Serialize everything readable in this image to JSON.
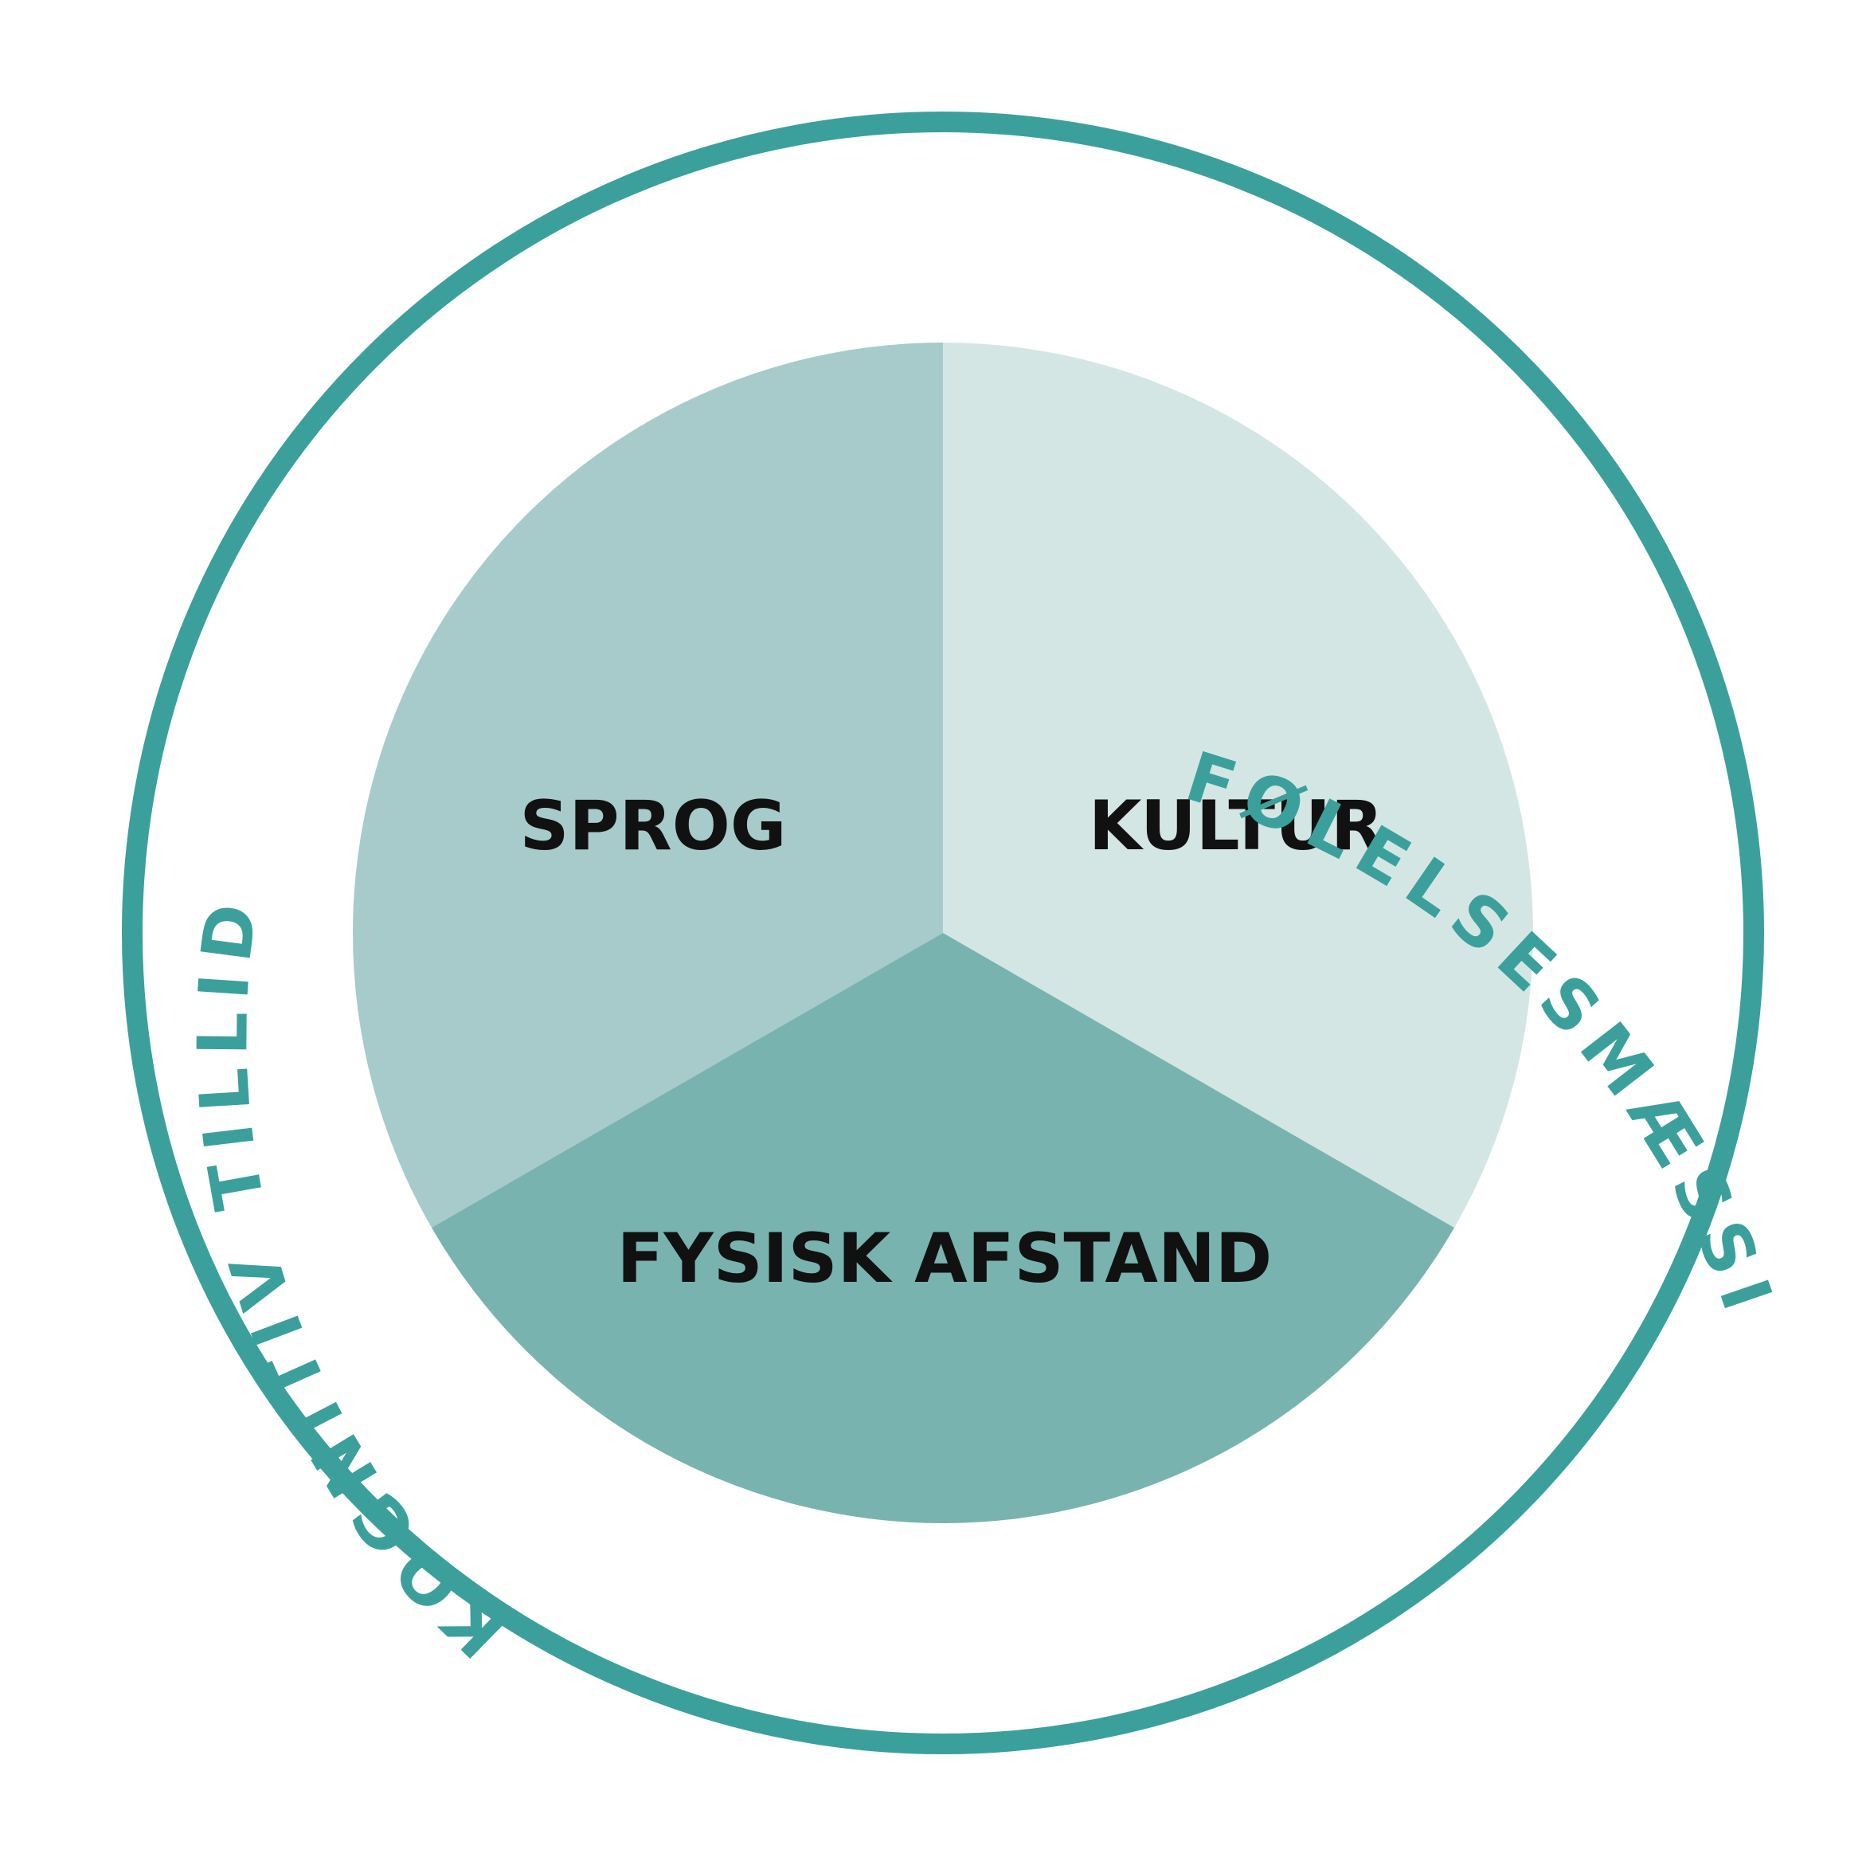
{
  "diagram": {
    "outer_ring": {
      "color": "#3ba09b",
      "labels": {
        "emotional_trust": "FØLELSESMÆSSIG TILLID",
        "cognitive_trust": "KOGNITIV TILLID"
      }
    },
    "segments": [
      {
        "key": "language",
        "label": "SPROG",
        "color": "#a6cbca"
      },
      {
        "key": "culture",
        "label": "KULTUR",
        "color": "#d4e6e4"
      },
      {
        "key": "physical_distance",
        "label": "FYSISK AFSTAND",
        "color": "#78b3b0"
      }
    ]
  }
}
